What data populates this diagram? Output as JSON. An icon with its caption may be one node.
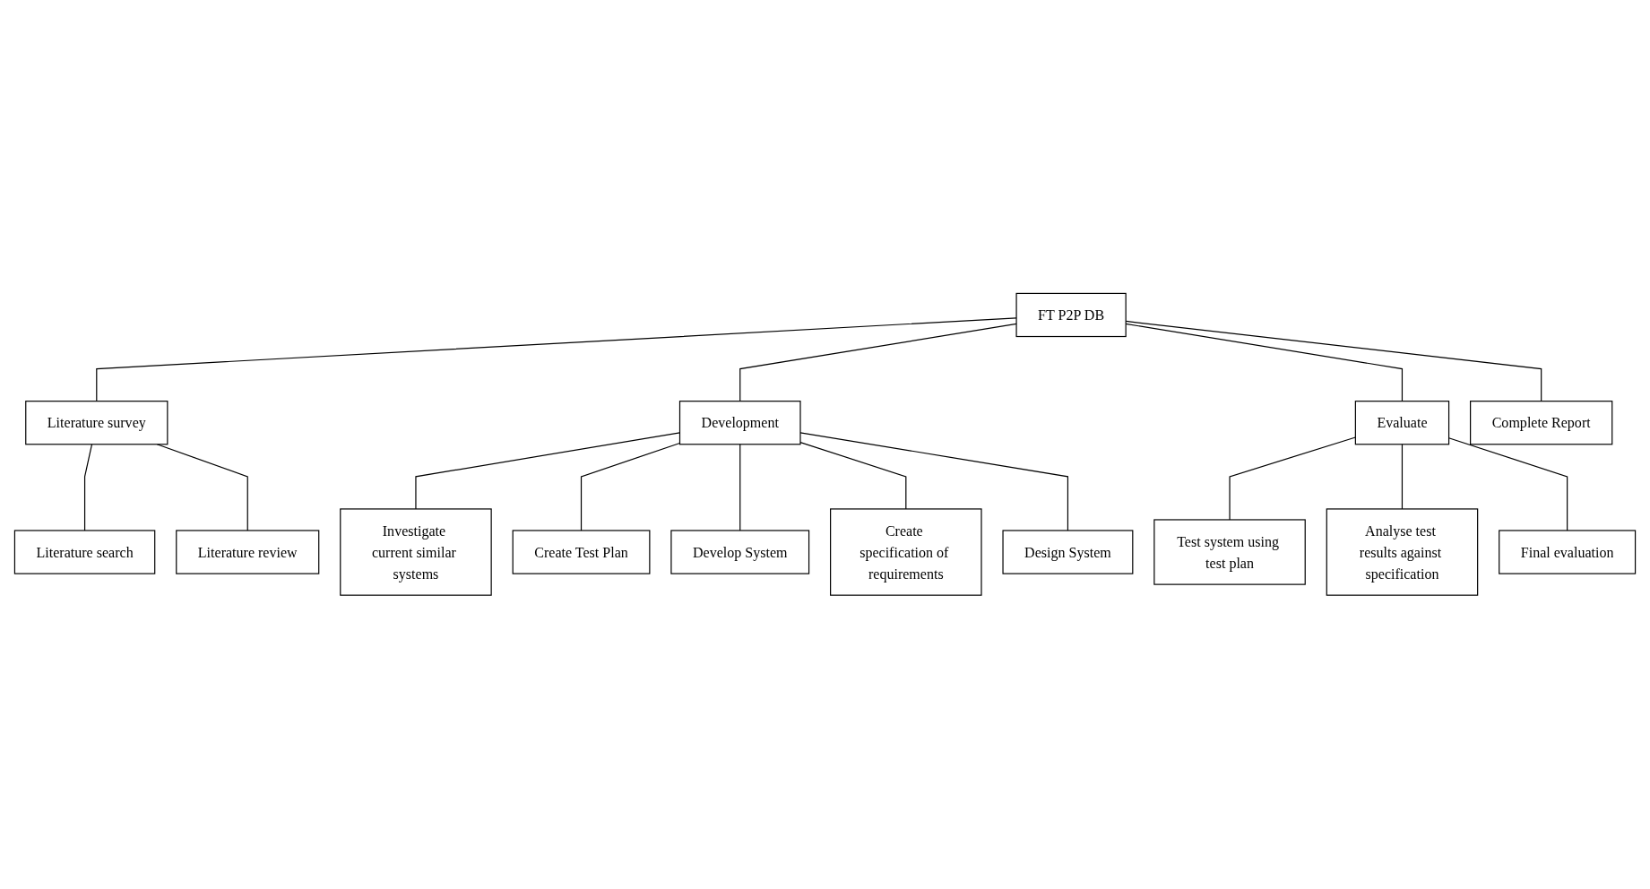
{
  "diagram": {
    "nodes": [
      {
        "text": [
          "FT P2P DB"
        ]
      },
      {
        "text": [
          "Literature survey"
        ]
      },
      {
        "text": [
          "Development"
        ]
      },
      {
        "text": [
          "Evaluate"
        ]
      },
      {
        "text": [
          "Complete Report"
        ]
      },
      {
        "text": [
          "Literature search"
        ]
      },
      {
        "text": [
          "Literature review"
        ]
      },
      {
        "text": [
          "Test system using test plan"
        ]
      },
      {
        "text": [
          "Analyse test results against specification"
        ]
      },
      {
        "text": [
          "Final evaluation"
        ]
      },
      {
        "text": [
          "Investigate current similar systems"
        ]
      },
      {
        "text": [
          "Create Test Plan"
        ]
      },
      {
        "text": [
          "Develop System"
        ]
      },
      {
        "text": [
          "Create specification of requirements"
        ]
      },
      {
        "text": [
          "Design System"
        ]
      }
    ],
    "edges": [
      {
        "from": 0,
        "to": 1,
        "arrow": "none"
      },
      {
        "from": 0,
        "to": 2,
        "arrow": "none"
      },
      {
        "from": 0,
        "to": 3,
        "arrow": "none"
      },
      {
        "from": 0,
        "to": 4,
        "arrow": "none"
      },
      {
        "from": 1,
        "to": 5,
        "arrow": "none"
      },
      {
        "from": 1,
        "to": 6,
        "arrow": "none"
      },
      {
        "from": 3,
        "to": 7,
        "arrow": "none"
      },
      {
        "from": 3,
        "to": 8,
        "arrow": "none"
      },
      {
        "from": 3,
        "to": 9,
        "arrow": "none"
      },
      {
        "from": 2,
        "to": 10,
        "arrow": "none"
      },
      {
        "from": 2,
        "to": 11,
        "arrow": "none"
      },
      {
        "from": 2,
        "to": 12,
        "arrow": "none"
      },
      {
        "from": 2,
        "to": 13,
        "arrow": "none"
      },
      {
        "from": 2,
        "to": 14,
        "arrow": "none"
      }
    ]
  }
}
